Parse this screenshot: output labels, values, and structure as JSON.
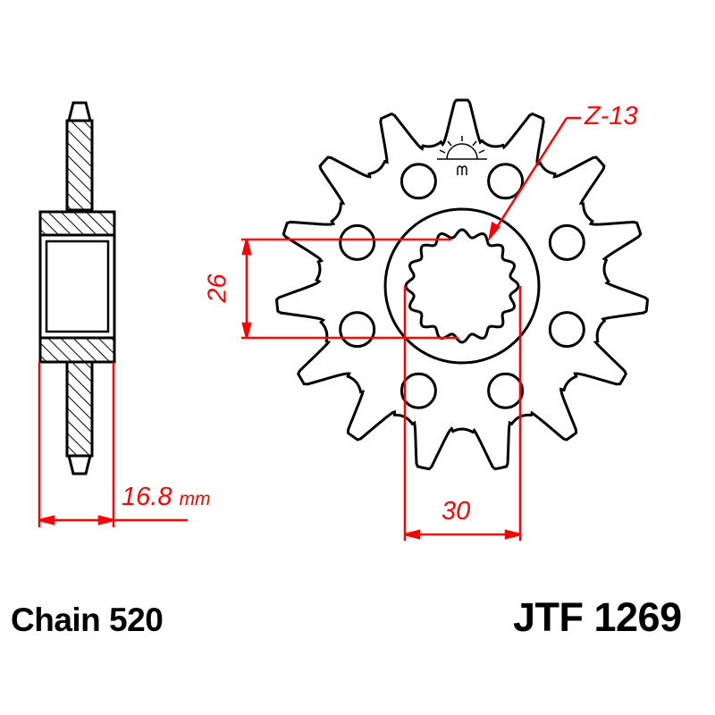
{
  "product": {
    "chain_label": "Chain 520",
    "part_number": "JTF 1269"
  },
  "dimensions": {
    "thickness_value": "16.8",
    "thickness_unit": "mm",
    "spline_inner_diameter": "26",
    "spline_outer_diameter": "30",
    "spline_label": "Z-13"
  },
  "sprocket": {
    "outer_teeth": 15,
    "spline_teeth": 16,
    "bolt_holes": 8
  },
  "colors": {
    "dimension": "#ff0000",
    "outline": "#000000",
    "background": "#ffffff"
  },
  "icons": {
    "logo": "jt-sun-logo"
  }
}
